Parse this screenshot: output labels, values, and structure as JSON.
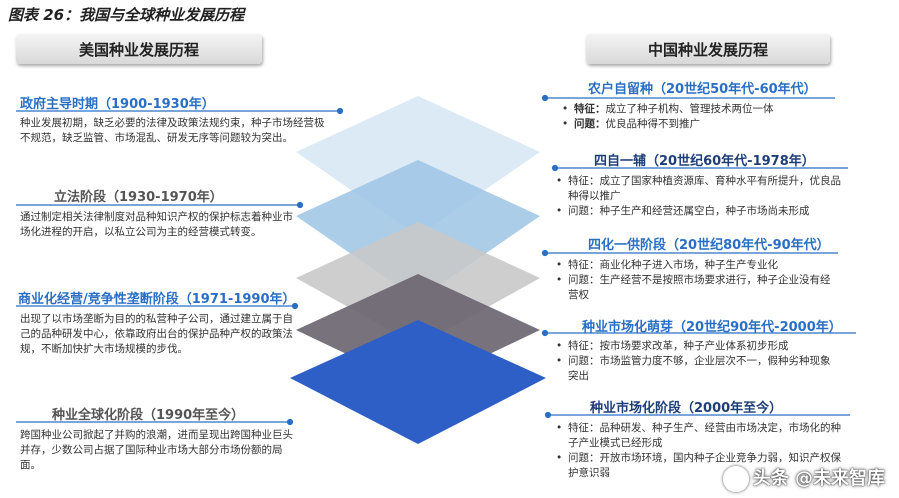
{
  "figure_title": "图表 26：我国与全球种业发展历程",
  "left_header": "美国种业发展历程",
  "right_header": "中国种业发展历程",
  "us_stages": [
    {
      "title": "政府主导时期（1900-1930年）",
      "desc": "种业发展初期，缺乏必要的法律及政策法规约束，种子市场经营极不规范，缺乏监管、市场混乱、研发无序等问题较为突出。"
    },
    {
      "title": "立法阶段（1930-1970年）",
      "desc": "通过制定相关法律制度对品种知识产权的保护标志着种业市场化进程的开启，以私立公司为主的经营模式转变。"
    },
    {
      "title": "商业化经营/竞争性垄断阶段（1971-1990年）",
      "desc": "出现了以市场垄断为目的的私营种子公司，通过建立属于自己的品种研发中心，依靠政府出台的保护品种产权的政策法规，不断加快扩大市场规模的步伐。"
    },
    {
      "title": "种业全球化阶段（1990年至今）",
      "desc": "跨国种业公司掀起了并购的浪潮，进而呈现出跨国种业巨头并存，少数公司占据了国际种业市场大部分市场份额的局面。"
    }
  ],
  "cn_stages": [
    {
      "title": "农户自留种（20世纪50年代-60年代）",
      "items": [
        {
          "label": "特征：",
          "text": "成立了种子机构、管理技术两位一体"
        },
        {
          "label": "问题：",
          "text": "优良品种得不到推广"
        }
      ]
    },
    {
      "title": "四自一辅（20世纪60年代-1978年）",
      "items": [
        {
          "label": "特征：",
          "text": "成立了国家种植资源库、育种水平有所提升，优良品种得以推广"
        },
        {
          "label": "问题：",
          "text": "种子生产和经营还属空白，种子市场尚未形成"
        }
      ]
    },
    {
      "title": "四化一供阶段（20世纪80年代-90年代）",
      "items": [
        {
          "label": "特征：",
          "text": "商业化种子进入市场，种子生产专业化"
        },
        {
          "label": "问题：",
          "text": "生产经营不是按照市场要求进行，种子企业没有经营权"
        }
      ]
    },
    {
      "title": "种业市场化萌芽（20世纪90年代-2000年）",
      "items": [
        {
          "label": "特征：",
          "text": "按市场要求改革，种子产业体系初步形成"
        },
        {
          "label": "问题：",
          "text": "市场监管力度不够，企业层次不一，假种劣种现象突出"
        }
      ]
    },
    {
      "title": "种业市场化阶段（2000年至今）",
      "items": [
        {
          "label": "特征：",
          "text": "品种研发、种子生产、经营由市场决定，市场化的种子产业模式已经形成"
        },
        {
          "label": "问题：",
          "text": "开放市场环境，国内种子企业竞争力弱，知识产权保护意识弱"
        }
      ]
    }
  ],
  "watermark": "头条 @未来智库",
  "colors": {
    "accent_blue": "#2a6fc4",
    "dark_navy": "#1e3e78"
  }
}
